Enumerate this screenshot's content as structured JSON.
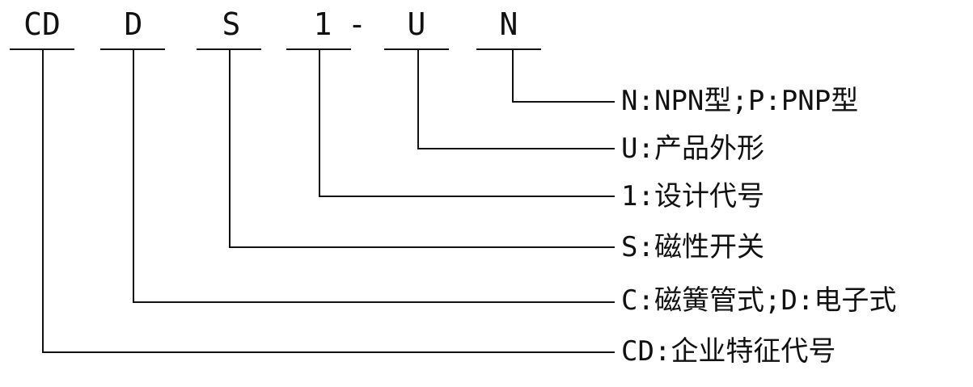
{
  "code": {
    "segments": [
      "CD",
      "D",
      "S",
      "1",
      "U",
      "N"
    ],
    "dash": "-"
  },
  "legend": [
    {
      "key": "N",
      "sep": ":",
      "text": "NPN型;P:PNP型"
    },
    {
      "key": "U",
      "sep": ":",
      "text": "产品外形"
    },
    {
      "key": "1",
      "sep": ":",
      "text": "设计代号"
    },
    {
      "key": "S",
      "sep": ":",
      "text": "磁性开关"
    },
    {
      "key": "C",
      "sep": ":",
      "text": "磁簧管式;D:电子式"
    },
    {
      "key": "CD",
      "sep": ":",
      "text": "企业特征代号"
    }
  ]
}
